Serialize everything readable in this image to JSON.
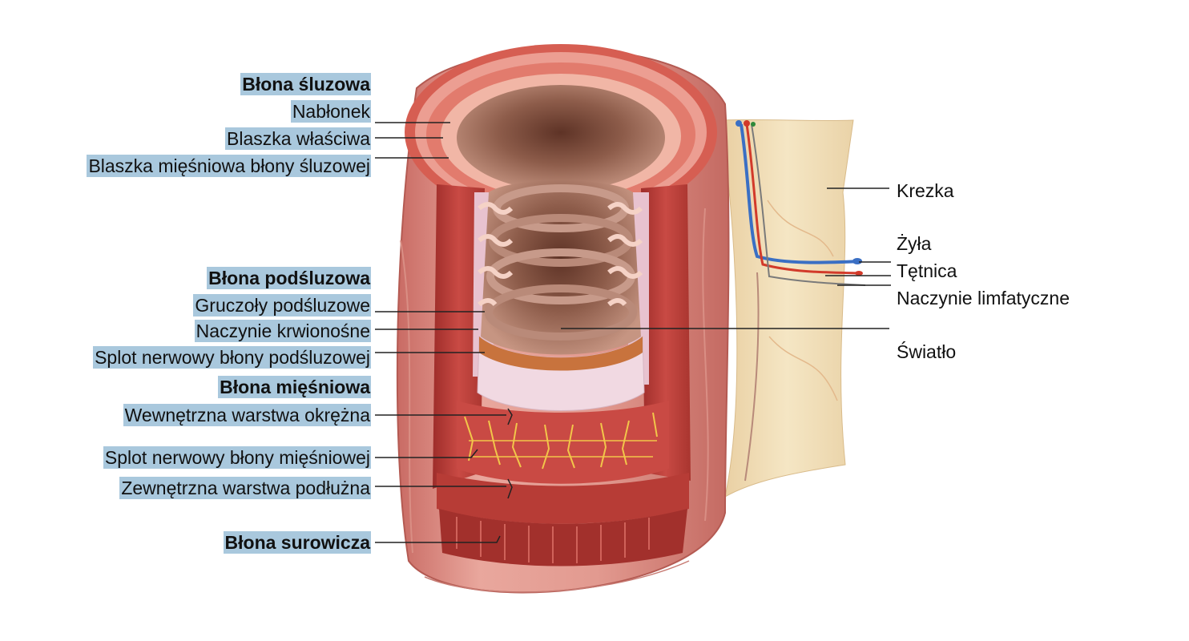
{
  "labels_left": {
    "mucosa_header": "Błona śluzowa",
    "epithelium": "Nabłonek",
    "lamina_propria": "Blaszka właściwa",
    "muscularis_mucosae": "Blaszka mięśniowa błony śluzowej",
    "submucosa_header": "Błona podśluzowa",
    "submucosal_glands": "Gruczoły podśluzowe",
    "blood_vessel": "Naczynie krwionośne",
    "submucosal_plexus": "Splot nerwowy błony podśluzowej",
    "muscularis_header": "Błona mięśniowa",
    "inner_circular": "Wewnętrzna warstwa okrężna",
    "myenteric_plexus": "Splot nerwowy błony mięśniowej",
    "outer_longitudinal": "Zewnętrzna warstwa podłużna",
    "serosa_header": "Błona surowicza"
  },
  "labels_right": {
    "mesentery": "Krezka",
    "vein": "Żyła",
    "artery": "Tętnica",
    "lymphatic": "Naczynie limfatyczne",
    "lumen": "Światło"
  },
  "colors": {
    "label_highlight": "#a9c8dd",
    "muscle": "#c94a44",
    "mucosa": "#e8a08e",
    "lumen": "#8a5a48",
    "mesentery": "#f3e3bd",
    "nerve_plexus": "#f2c64a",
    "vein": "#3a6fc4",
    "artery": "#d23a2a",
    "lymphatic": "#2f8a3a"
  }
}
